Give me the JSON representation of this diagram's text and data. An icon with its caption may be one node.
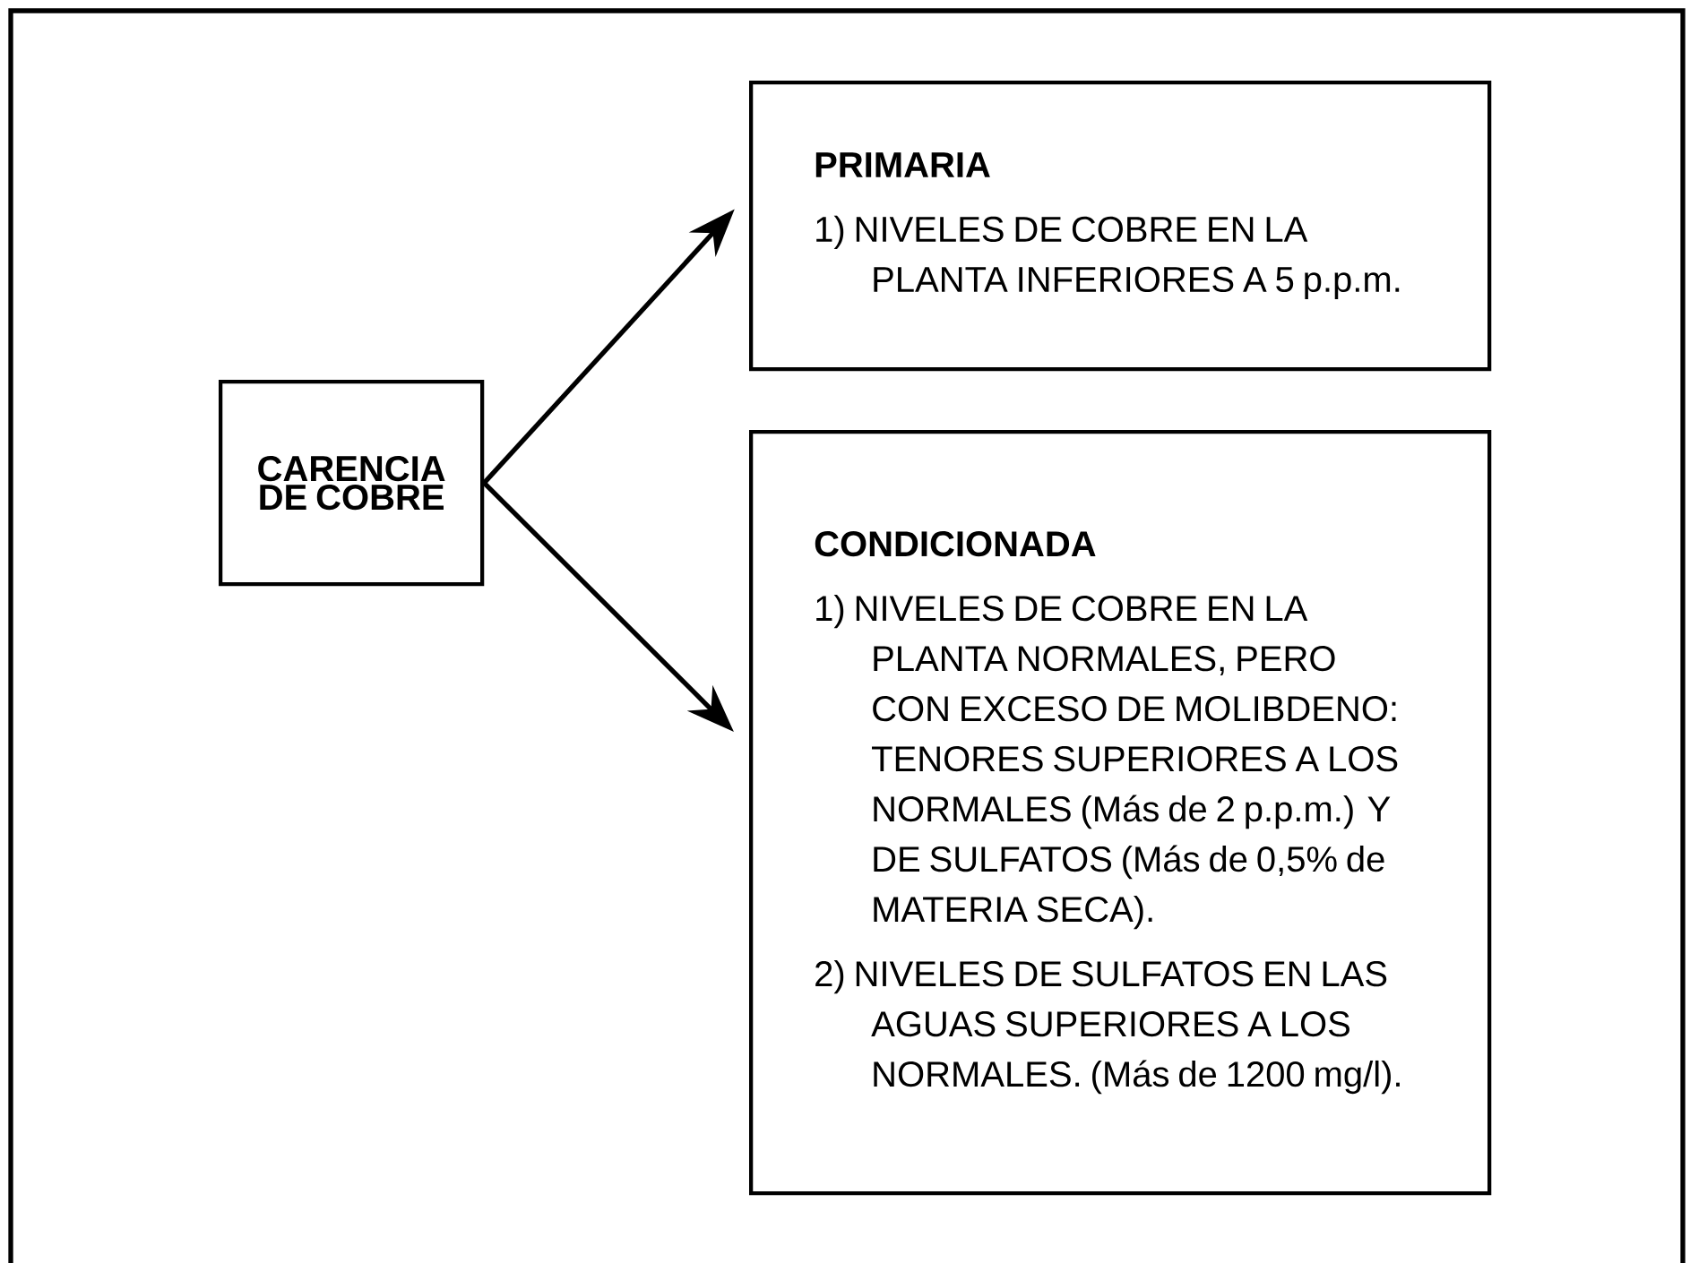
{
  "diagram": {
    "nodes": [
      {
        "text": [
          "CARENCIA DE COBRE"
        ]
      },
      {
        "text": [
          "PRIMARIA",
          "1) NIVELES DE COBRE EN LA PLANTA INFERIORES A 5 p.p.m."
        ]
      },
      {
        "text": [
          "CONDICIONADA",
          "1) NIVELES DE COBRE EN LA PLANTA NORMALES, PERO CON EXCESO DE MOLIBDENO: TENORES SUPERIORES A LOS NORMALES (Más de 2 p.p.m.) Y DE SULFATOS (Más de 0,5% de MATERIA SECA).",
          "2) NIVELES DE SULFATOS EN LAS AGUAS SUPERIORES A LOS NORMALES. (Más de 1200 mg/l)."
        ]
      }
    ],
    "edges": [
      {
        "from": 0,
        "to": 1,
        "arrow": "to"
      },
      {
        "from": 0,
        "to": 2,
        "arrow": "to"
      }
    ]
  }
}
